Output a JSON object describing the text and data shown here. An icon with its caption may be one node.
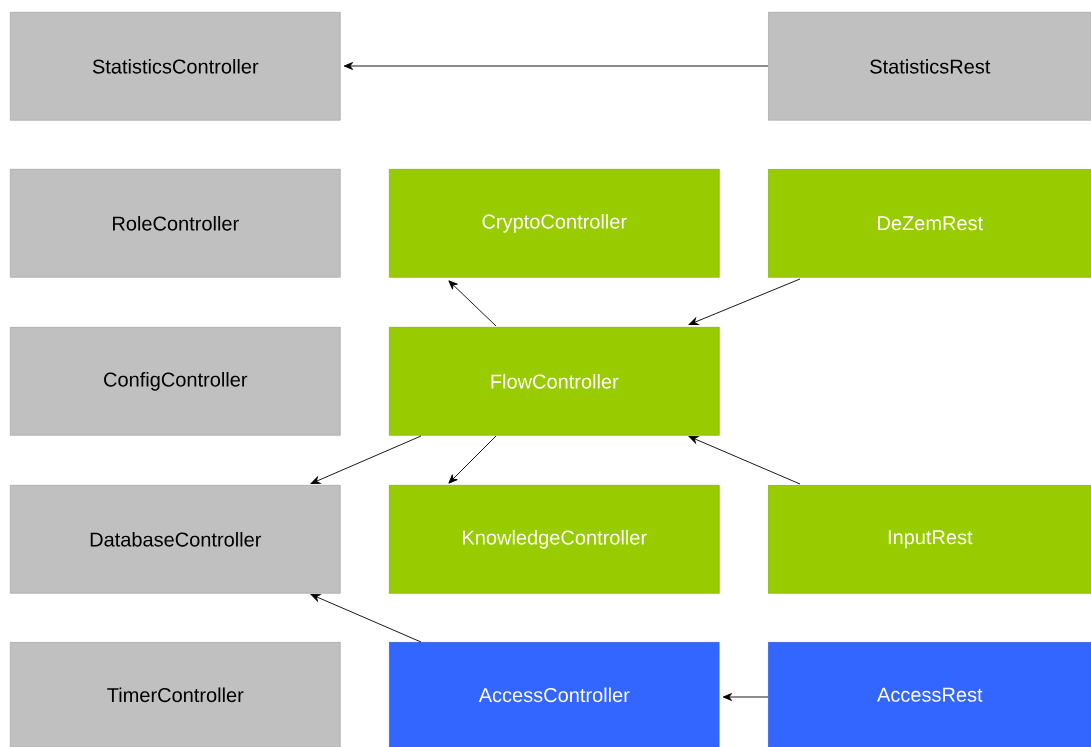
{
  "diagram": {
    "nodes": [
      {
        "text": [
          "StatisticsController"
        ]
      },
      {
        "text": [
          "StatisticsRest"
        ]
      },
      {
        "text": [
          "RoleController"
        ]
      },
      {
        "text": [
          "CryptoController"
        ]
      },
      {
        "text": [
          "DeZemRest"
        ]
      },
      {
        "text": [
          "ConfigController"
        ]
      },
      {
        "text": [
          "FlowController"
        ]
      },
      {
        "text": [
          "DatabaseController"
        ]
      },
      {
        "text": [
          "KnowledgeController"
        ]
      },
      {
        "text": [
          "InputRest"
        ]
      },
      {
        "text": [
          "TimerController"
        ]
      },
      {
        "text": [
          "AccessController"
        ]
      },
      {
        "text": [
          "AccessRest"
        ]
      }
    ],
    "edges": [
      {
        "from": 1,
        "to": 0,
        "arrow": "to"
      },
      {
        "from": 6,
        "to": 3,
        "arrow": "to"
      },
      {
        "from": 4,
        "to": 6,
        "arrow": "to"
      },
      {
        "from": 6,
        "to": 7,
        "arrow": "to"
      },
      {
        "from": 6,
        "to": 8,
        "arrow": "to"
      },
      {
        "from": 9,
        "to": 6,
        "arrow": "to"
      },
      {
        "from": 11,
        "to": 7,
        "arrow": "to"
      },
      {
        "from": 12,
        "to": 11,
        "arrow": "to"
      }
    ]
  }
}
